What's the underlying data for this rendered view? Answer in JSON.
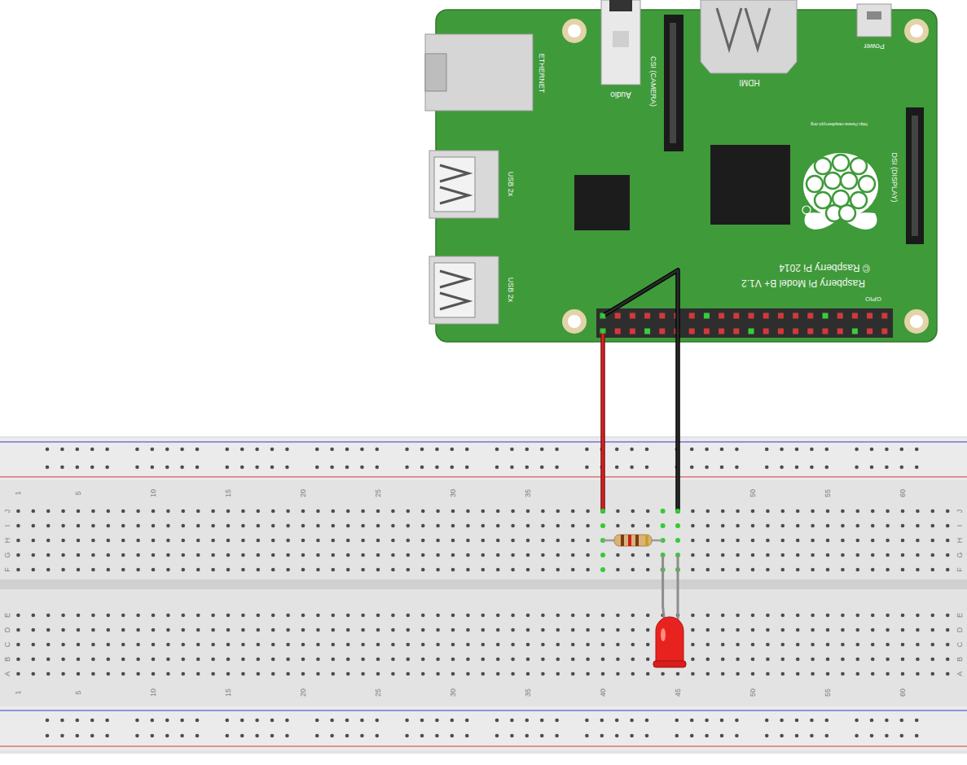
{
  "diagram": {
    "labels": [
      "ETHERNET",
      "Audio",
      "CSI (CAMERA)",
      "HDMI",
      "Power",
      "USB 2x",
      "USB 2x",
      "DSI (DISPLAY)",
      "http://www.raspberrypi.org",
      "Raspberry Pi Model B+ V1.2",
      "© Raspberry Pi 2014",
      "GPIO",
      "1",
      "5",
      "10",
      "15",
      "20",
      "25",
      "30",
      "35",
      "50",
      "55",
      "60",
      "J",
      "I",
      "H",
      "G",
      "F",
      "E",
      "D",
      "C",
      "B",
      "A",
      "J",
      "I",
      "H",
      "G",
      "F",
      "E",
      "D",
      "C",
      "B",
      "A",
      "1",
      "5",
      "10",
      "15",
      "20",
      "25",
      "30",
      "35",
      "40",
      "45",
      "50",
      "55",
      "60"
    ]
  }
}
